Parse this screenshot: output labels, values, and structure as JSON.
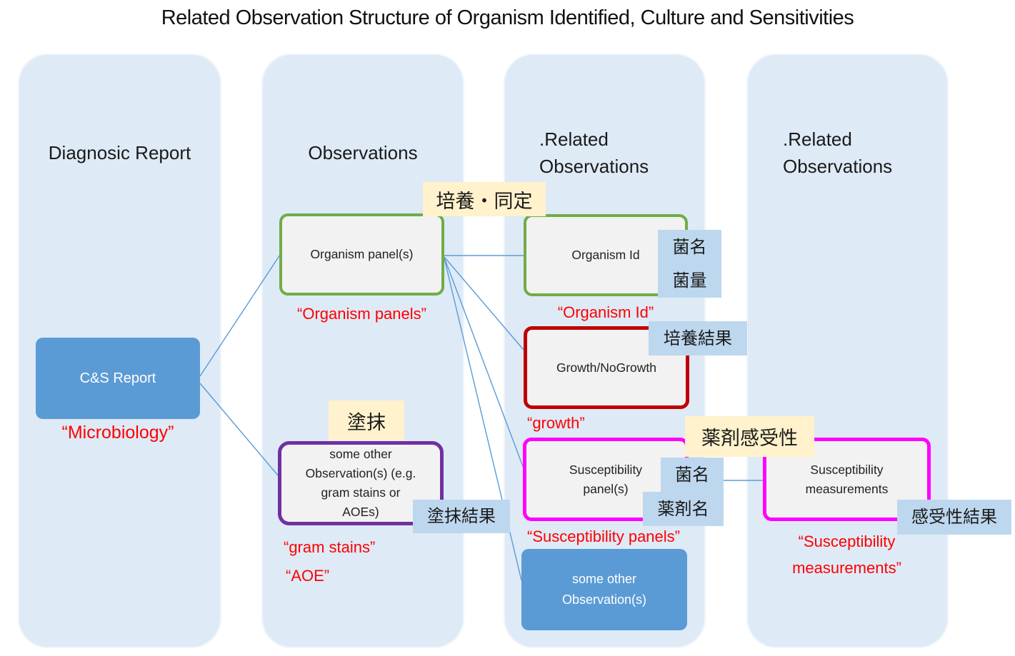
{
  "title": "Related Observation Structure of Organism Identified, Culture and Sensitivities",
  "columns": {
    "diagnostic_report": {
      "heading": "Diagnosic Report"
    },
    "observations": {
      "heading": "Observations"
    },
    "related_observations_1": {
      "heading": ".Related\nObservations"
    },
    "related_observations_2": {
      "heading": ".Related\nObservations"
    }
  },
  "nodes": {
    "cs_report": {
      "text": "C&S Report",
      "label": "“Microbiology”"
    },
    "organism_panels": {
      "text": "Organism panel(s)",
      "label": "“Organism panels”"
    },
    "gram_stains": {
      "text": "some other\nObservation(s) (e.g.\ngram stains or\nAOEs)",
      "label1": "“gram stains”",
      "label2": "“AOE”"
    },
    "organism_id": {
      "text": "Organism Id",
      "label": "“Organism Id”"
    },
    "growth": {
      "text": "Growth/NoGrowth",
      "label": "“growth”"
    },
    "susceptibility_panels": {
      "text": "Susceptibility\npanel(s)",
      "label": "“Susceptibility panels”"
    },
    "some_other_observations": {
      "text": "some other\nObservation(s)"
    },
    "susceptibility_measurements": {
      "text": "Susceptibility\nmeasurements",
      "label": "“Susceptibility\nmeasurements”"
    }
  },
  "tags": {
    "culture_identification": "培養・同定",
    "smear": "塗抹",
    "drug_susceptibility": "薬剤感受性",
    "organism_name_amount": "菌名\n菌量",
    "culture_result": "培養結果",
    "smear_result": "塗抹結果",
    "organism_name": "菌名",
    "drug_name": "薬剤名",
    "susceptibility_result": "感受性結果"
  },
  "edges": [
    {
      "from": "cs_report",
      "to": "organism_panels"
    },
    {
      "from": "cs_report",
      "to": "gram_stains"
    },
    {
      "from": "organism_panels",
      "to": "organism_id"
    },
    {
      "from": "organism_panels",
      "to": "growth"
    },
    {
      "from": "organism_panels",
      "to": "susceptibility_panels"
    },
    {
      "from": "organism_panels",
      "to": "some_other_observations"
    },
    {
      "from": "susceptibility_panels",
      "to": "susceptibility_measurements"
    }
  ],
  "colors": {
    "column_bg": "#DEEAF6",
    "node_fill": "#F2F2F2",
    "blue_node": "#5B9BD5",
    "green_border": "#70AD47",
    "dark_red_border": "#C00000",
    "magenta_border": "#FF00FF",
    "purple_border": "#7030A0",
    "yellow_tag_bg": "#FFF2CC",
    "blue_tag_bg": "#BDD7EE",
    "red_label": "#FF0000",
    "connector": "#5B9BD5"
  }
}
